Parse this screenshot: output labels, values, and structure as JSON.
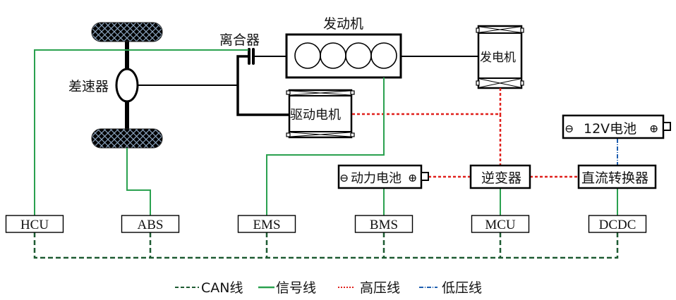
{
  "diagram": {
    "title": "混合动力汽车系统结构示意图",
    "components": {
      "differential": {
        "label": "差速器"
      },
      "clutch": {
        "label": "离合器"
      },
      "engine": {
        "label": "发动机",
        "cylinders": 4
      },
      "generator": {
        "label": "发电机"
      },
      "drive_motor": {
        "label": "驱动电机"
      },
      "power_battery": {
        "label": "动力电池",
        "neg_symbol": "⊖",
        "pos_symbol": "⊕"
      },
      "inverter": {
        "label": "逆变器"
      },
      "dc_converter": {
        "label": "直流转换器"
      },
      "battery_12v": {
        "label": "12V电池",
        "neg_symbol": "⊖",
        "pos_symbol": "⊕"
      }
    },
    "controllers": [
      {
        "id": "hcu",
        "label": "HCU"
      },
      {
        "id": "abs",
        "label": "ABS"
      },
      {
        "id": "ems",
        "label": "EMS"
      },
      {
        "id": "bms",
        "label": "BMS"
      },
      {
        "id": "mcu",
        "label": "MCU"
      },
      {
        "id": "dcdc",
        "label": "DCDC"
      }
    ],
    "colors": {
      "can": "#1e5b32",
      "signal": "#2aa14f",
      "high_voltage": "#e0201c",
      "low_voltage": "#1f5fb0",
      "mechanical": "#000000"
    },
    "legend": [
      {
        "key": "can",
        "label": "CAN线"
      },
      {
        "key": "signal",
        "label": "信号线"
      },
      {
        "key": "high_voltage",
        "label": "高压线"
      },
      {
        "key": "low_voltage",
        "label": "低压线"
      }
    ]
  }
}
